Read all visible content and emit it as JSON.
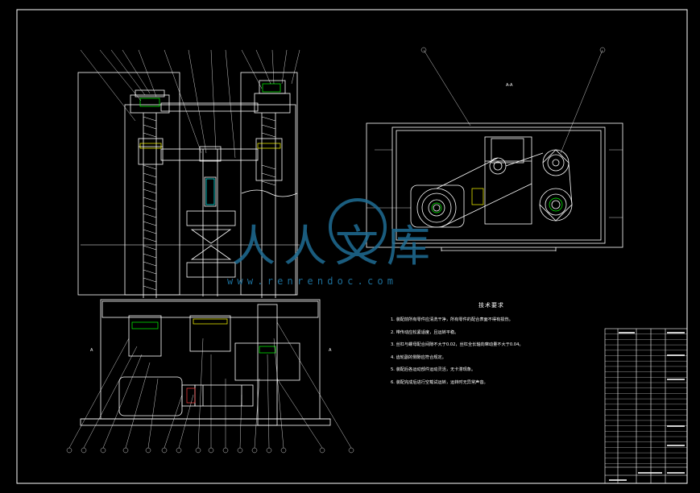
{
  "colors": {
    "background": "#000000",
    "line": "#ffffff",
    "accent_green": "#00ff00",
    "accent_yellow": "#ffff00",
    "accent_red": "#ff4040",
    "accent_cyan": "#00ffff",
    "watermark": "#1f6d94"
  },
  "section_label": "A-A",
  "side_marks": {
    "left": "A",
    "right": "A"
  },
  "watermark": {
    "brand": "人人文库",
    "url": "www.renrendoc.com"
  },
  "technical_requirements": {
    "title": "技术要求",
    "lines": [
      "1. 装配前所有零件应清洗干净，所有零件的配合表面不得有损伤。",
      "2. 带传动应松紧适度，且运转平稳。",
      "3. 丝杠与螺母配合间隙不大于0.02，丝杠全长轴向窜动量不大于0.04。",
      "4. 齿轮副的侧隙应符合规定。",
      "5. 装配后各运动部件运动灵活，无卡滞现象。",
      "6. 装配完成后进行空载试运转，运转时无异常声音。"
    ]
  }
}
